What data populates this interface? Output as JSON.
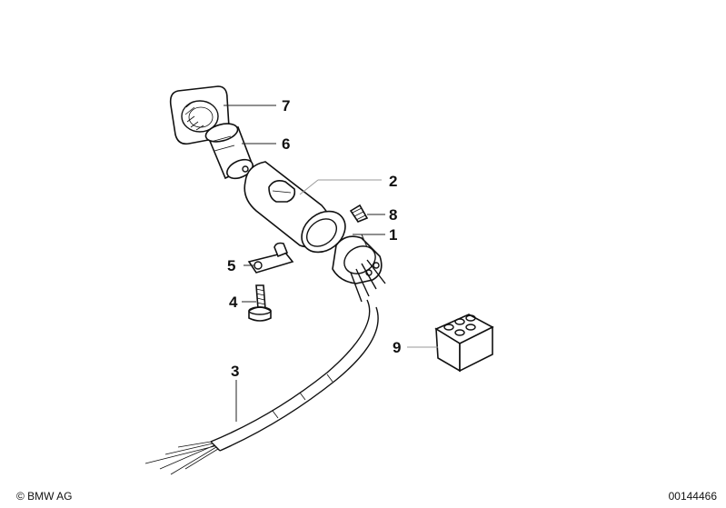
{
  "callouts": {
    "c1": "1",
    "c2": "2",
    "c3": "3",
    "c4": "4",
    "c5": "5",
    "c6": "6",
    "c7": "7",
    "c8": "8",
    "c9": "9"
  },
  "footer": {
    "copyright": "© BMW AG",
    "doc_number": "00144466"
  }
}
